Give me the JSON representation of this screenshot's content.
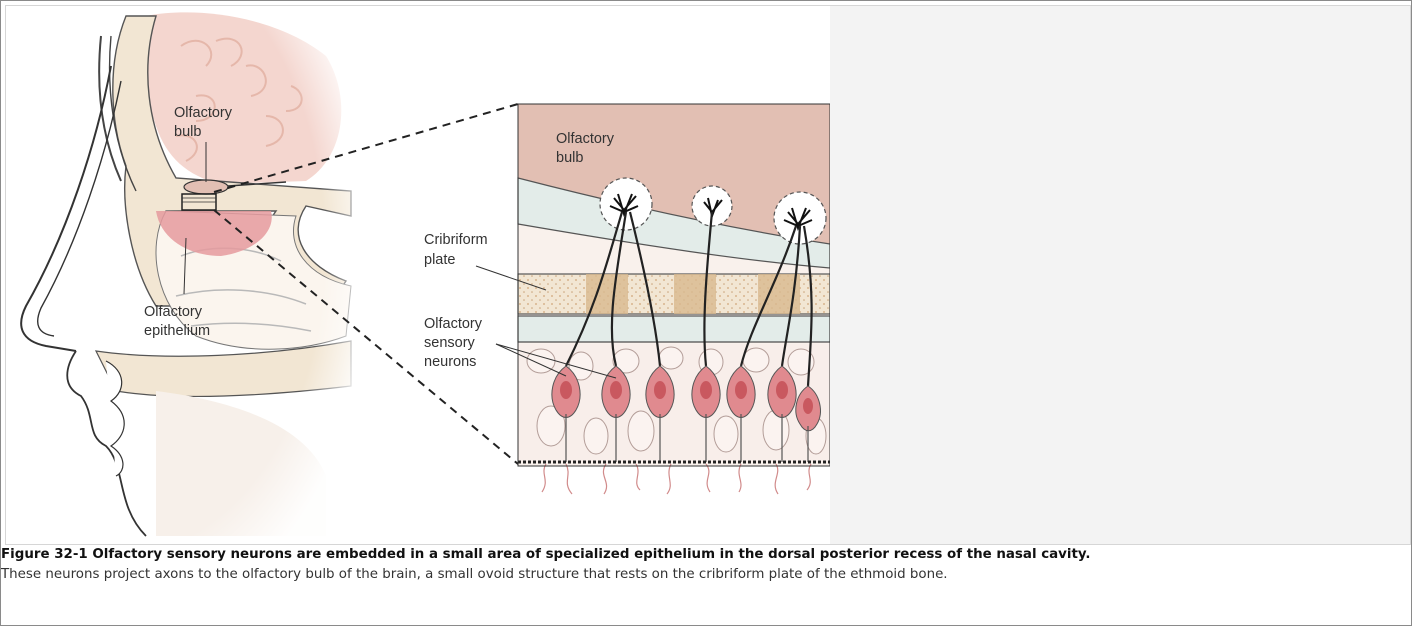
{
  "figure": {
    "labels": {
      "bulb_main_line1": "Olfactory",
      "bulb_main_line2": "bulb",
      "epithelium_line1": "Olfactory",
      "epithelium_line2": "epithelium",
      "bulb_inset_line1": "Olfactory",
      "bulb_inset_line2": "bulb",
      "cribriform_line1": "Cribriform",
      "cribriform_line2": "plate",
      "neurons_line1": "Olfactory",
      "neurons_line2": "sensory",
      "neurons_line3": "neurons"
    },
    "caption_title": "Figure 32-1 Olfactory sensory neurons are embedded in a small area of specialized epithelium in the dorsal posterior recess of the nasal cavity.",
    "caption_body": "These neurons project axons to the olfactory bulb of the brain, a small ovoid structure that rests on the cribriform plate of the ethmoid bone."
  },
  "colors": {
    "brain": "#f4d6cf",
    "bulb_tissue": "#e2bfb3",
    "bone": "#f2e6d3",
    "epithelium_patch": "#e59a9e",
    "neuron_body": "#e08a8f",
    "nucleus": "#c9585f"
  }
}
